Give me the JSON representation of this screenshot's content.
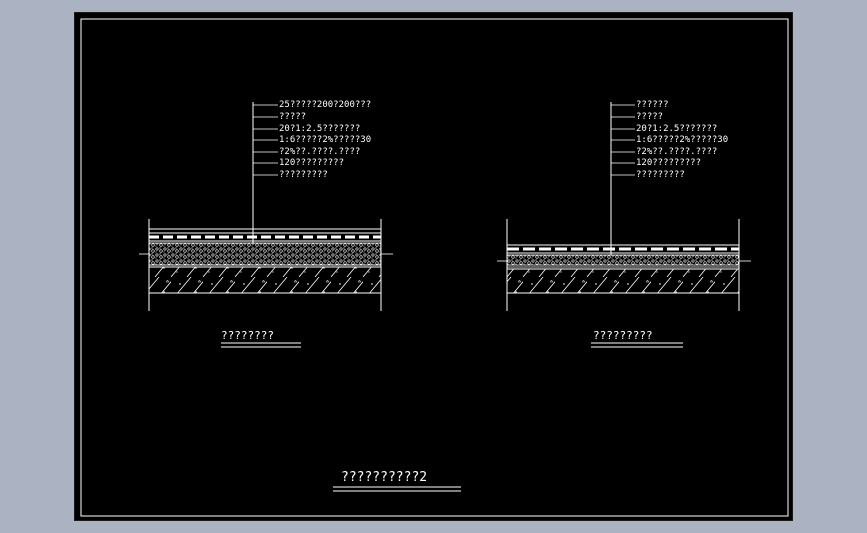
{
  "colors": {
    "background": "#abb3c2",
    "sheet": "#000000",
    "line": "#ffffff"
  },
  "drawing_title": "??????????2",
  "details": [
    {
      "caption": "????????",
      "callouts": [
        "25?????200?200???",
        "?????",
        "20?1:2.5???????",
        "1:6?????2%?????30",
        "?2%??.????.????",
        "120?????????",
        "?????????"
      ]
    },
    {
      "caption": "?????????",
      "callouts": [
        "??????",
        "?????",
        "20?1:2.5???????",
        "1:6?????2%?????30",
        "?2%??.????.????",
        "120?????????",
        "?????????"
      ]
    }
  ]
}
